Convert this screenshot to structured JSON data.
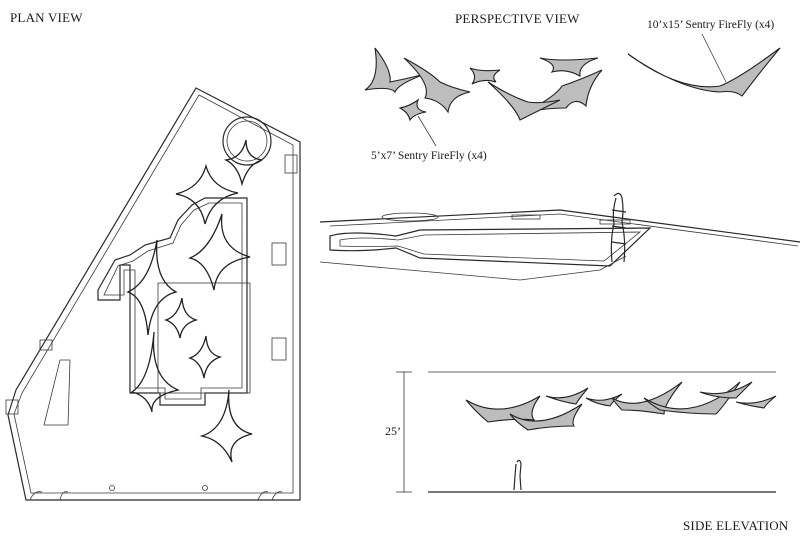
{
  "labels": {
    "plan_view": "PLAN VIEW",
    "perspective_view": "PERSPECTIVE VIEW",
    "side_elevation": "SIDE ELEVATION",
    "large_sail_note": "10’x15’ Sentry FireFly (x4)",
    "small_sail_note": "5’x7’ Sentry FireFly (x4)",
    "height_dimension": "25’"
  },
  "colors": {
    "line": "#2a2a2a",
    "sail_fill": "#bdbdbd",
    "background": "#ffffff"
  }
}
